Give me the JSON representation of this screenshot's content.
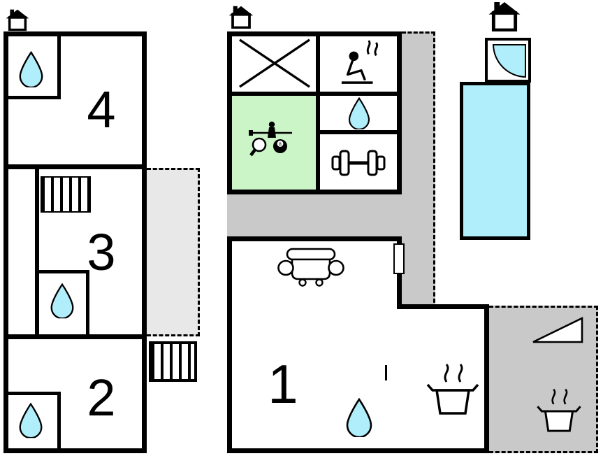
{
  "colors": {
    "wall": "#000000",
    "water": "#b0eefb",
    "game_room": "#cbf5c6",
    "terrace": "#c9c9c9",
    "balcony": "#e8e8e8"
  },
  "rooms": {
    "living_room": {
      "label": "1"
    },
    "bedroom_2": {
      "label": "2"
    },
    "bedroom_3": {
      "label": "3"
    },
    "bedroom_4": {
      "label": "4"
    }
  },
  "icons": {
    "eight_ball": "8",
    "names": {
      "house-icon": "black roof with chimney over bordered square",
      "water-drop-icon": "cyan teardrop shape",
      "stairs-icon": "vertically striped rectangle",
      "no-room-icon": "diagonal cross",
      "sauna-icon": "seated person with rising steam",
      "dumbbell-icon": "barbell outline",
      "games-icon": "foosball rod player, paddle and 8-ball",
      "sofa-icon": "top view sofa",
      "stove-icon": "pot with steam lines",
      "pool-icon": "cyan bordered rectangle",
      "pool-door-icon": "quarter circle door swing",
      "ramp-icon": "right triangle outline"
    }
  }
}
